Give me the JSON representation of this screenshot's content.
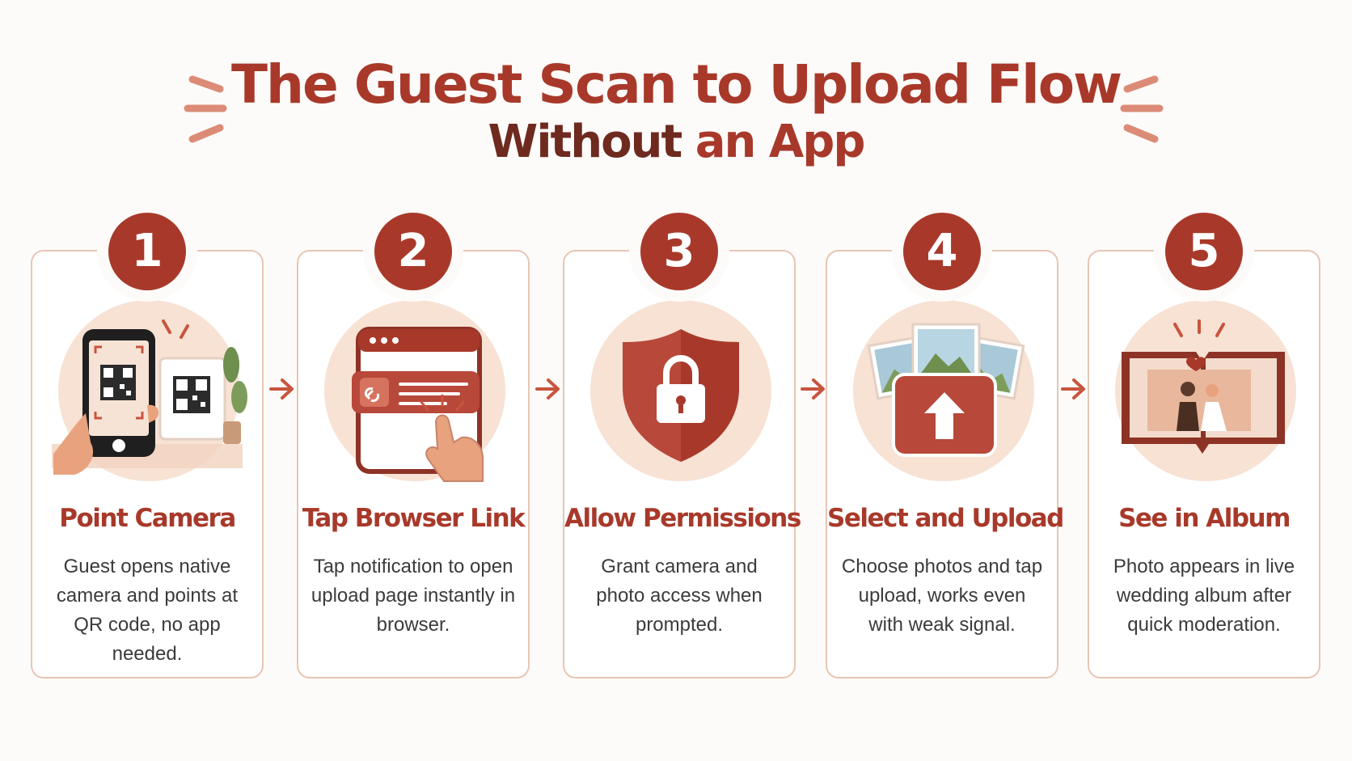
{
  "title": {
    "line1": "The Guest Scan to Upload Flow",
    "line2_part1": "Without",
    "line2_part2": "an App"
  },
  "steps": [
    {
      "number": "1",
      "title": "Point Camera",
      "text": "Guest opens native camera and points at QR code, no app needed.",
      "icon": "phone-qr-scan-icon"
    },
    {
      "number": "2",
      "title": "Tap Browser Link",
      "text": "Tap notification to open upload page instantly in browser.",
      "icon": "browser-link-tap-icon"
    },
    {
      "number": "3",
      "title": "Allow Permissions",
      "text": "Grant camera and photo access when prompted.",
      "icon": "shield-lock-icon"
    },
    {
      "number": "4",
      "title": "Select and Upload",
      "text": "Choose photos and tap upload, works even with weak signal.",
      "icon": "photos-upload-icon"
    },
    {
      "number": "5",
      "title": "See in Album",
      "text": "Photo appears in live wedding album after quick moderation.",
      "icon": "wedding-album-icon"
    }
  ],
  "colors": {
    "accent": "#a8392a",
    "dark_accent": "#6e2a1f",
    "card_border": "#e7c6b4",
    "icon_bg": "#f7e2d4",
    "arrow": "#c8553d"
  }
}
